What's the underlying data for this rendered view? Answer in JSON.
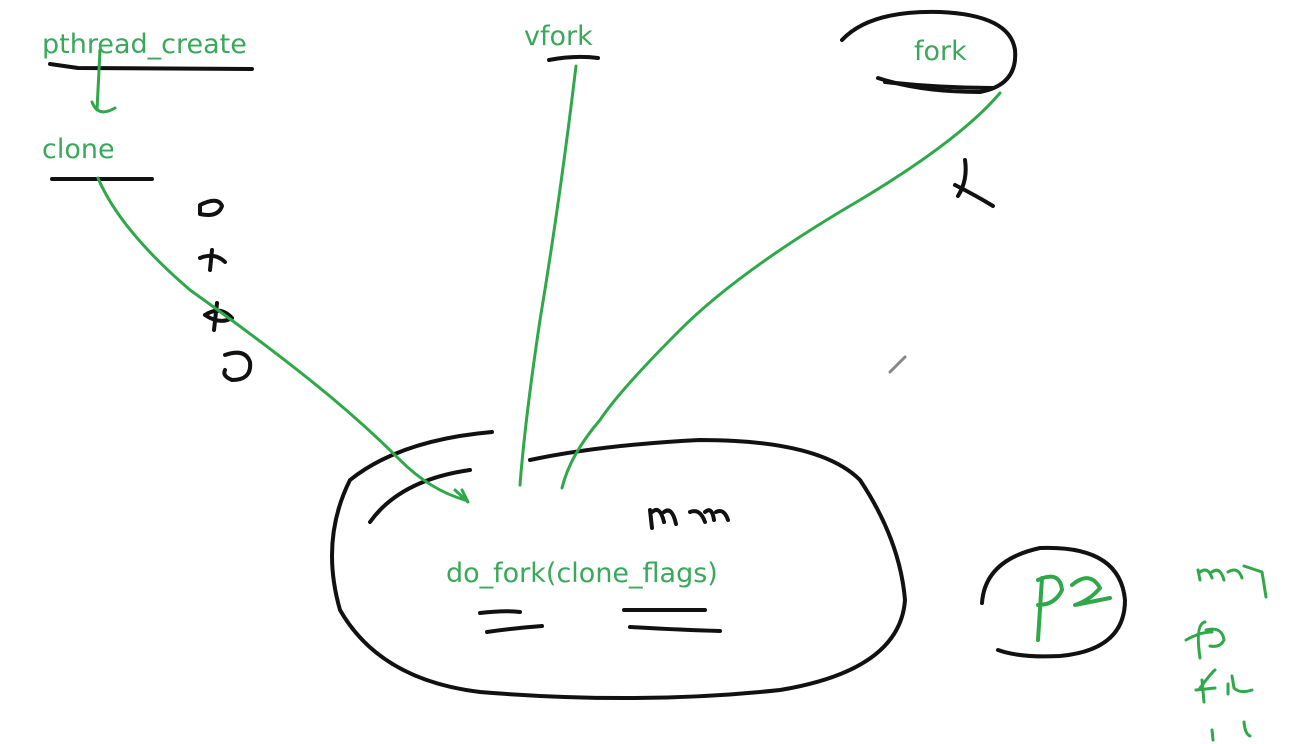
{
  "colors": {
    "label": "#3aa85a",
    "stroke_green": "#2fa84a",
    "stroke_black": "#111111"
  },
  "nodes": {
    "pthread_create": "pthread_create",
    "clone": "clone",
    "vfork": "vfork",
    "fork": "fork",
    "do_fork": "do_fork(clone_flags)"
  },
  "edges": [
    {
      "from": "pthread_create",
      "to": "clone"
    },
    {
      "from": "clone",
      "to": "do_fork"
    },
    {
      "from": "vfork",
      "to": "do_fork"
    },
    {
      "from": "fork",
      "to": "do_fork"
    }
  ]
}
